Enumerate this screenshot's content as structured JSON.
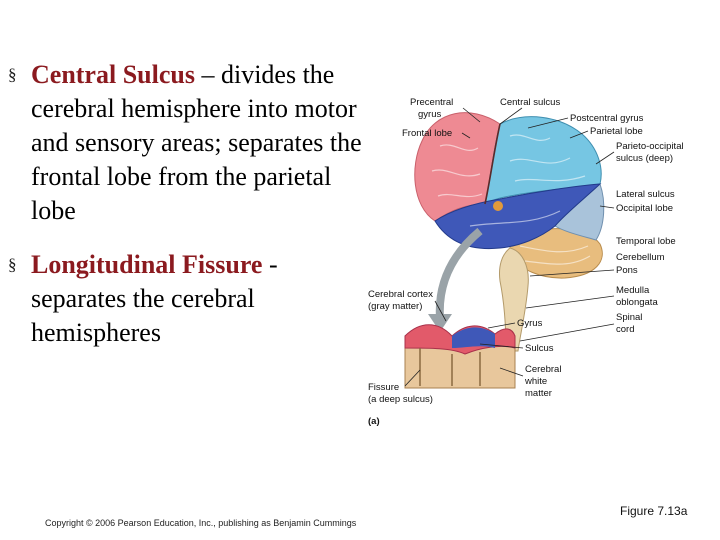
{
  "bullets": [
    {
      "marker": "§",
      "term": "Central Sulcus",
      "text": " – divides the cerebral hemisphere into motor and sensory areas; separates the frontal lobe from the parietal lobe"
    },
    {
      "marker": "§",
      "term": "Longitudinal Fissure",
      "text": " - separates the cerebral hemispheres"
    }
  ],
  "figure": {
    "labels": {
      "precentral_gyrus_1": "Precentral",
      "precentral_gyrus_2": "gyrus",
      "frontal_lobe": "Frontal lobe",
      "central_sulcus": "Central sulcus",
      "postcentral_gyrus": "Postcentral gyrus",
      "parietal_lobe": "Parietal lobe",
      "parieto_occipital_1": "Parieto-occipital",
      "parieto_occipital_2": "sulcus (deep)",
      "lateral_sulcus": "Lateral sulcus",
      "occipital_lobe": "Occipital lobe",
      "temporal_lobe": "Temporal lobe",
      "cerebellum": "Cerebellum",
      "pons": "Pons",
      "medulla_1": "Medulla",
      "medulla_2": "oblongata",
      "spinal_cord_1": "Spinal",
      "spinal_cord_2": "cord",
      "cerebral_cortex_1": "Cerebral cortex",
      "cerebral_cortex_2": "(gray matter)",
      "gyrus": "Gyrus",
      "sulcus": "Sulcus",
      "white_matter_1": "Cerebral",
      "white_matter_2": "white",
      "white_matter_3": "matter",
      "fissure_1": "Fissure",
      "fissure_2": "(a deep sulcus)",
      "panel": "(a)"
    },
    "colors": {
      "frontal": "#ee8a93",
      "parietal": "#76c6e3",
      "temporal": "#3f58b8",
      "occipital": "#a9c3da",
      "cerebellum": "#e8bd7e",
      "brainstem": "#ead7b0",
      "arrow": "#9aa3a8"
    }
  },
  "footer": {
    "copyright": "Copyright © 2006 Pearson Education, Inc., publishing as Benjamin Cummings",
    "figure_ref": "Figure 7.13a"
  }
}
